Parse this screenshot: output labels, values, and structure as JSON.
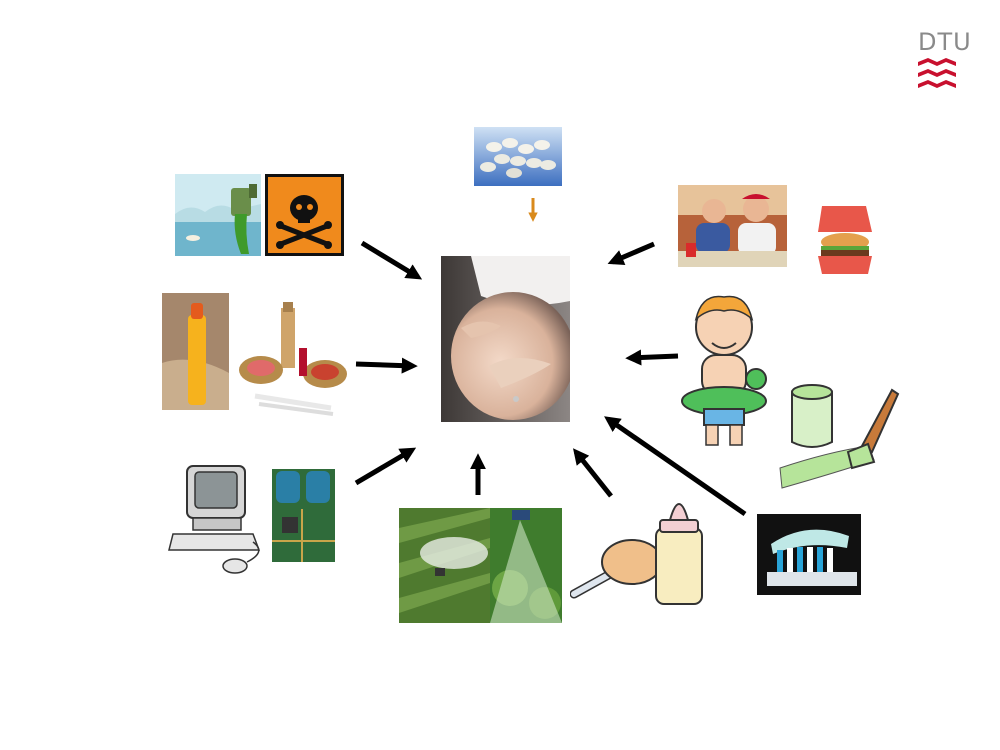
{
  "logo": {
    "text": "DTU",
    "accent": "#c8102e"
  },
  "center": {
    "subject": "pregnant-belly"
  },
  "sources": [
    {
      "id": "pollution",
      "icons": [
        "polluted-water-icon",
        "toxic-hazard-icon"
      ]
    },
    {
      "id": "cosmetics",
      "icons": [
        "sunscreen-icon",
        "makeup-icon"
      ]
    },
    {
      "id": "electronics",
      "icons": [
        "computer-icon",
        "circuit-board-icon"
      ]
    },
    {
      "id": "pesticides",
      "icons": [
        "crop-spraying-icon",
        "sprinkler-icon"
      ]
    },
    {
      "id": "baby-products",
      "icons": [
        "baby-bottle-icon"
      ]
    },
    {
      "id": "toothpaste",
      "icons": [
        "toothbrush-icon"
      ]
    },
    {
      "id": "toys-paint",
      "icons": [
        "inflatable-toy-icon",
        "paint-can-icon"
      ]
    },
    {
      "id": "fast-food",
      "icons": [
        "children-eating-icon",
        "burger-box-icon"
      ]
    },
    {
      "id": "medicine",
      "icons": [
        "pills-icon"
      ]
    }
  ],
  "colors": {
    "arrow": "#000000",
    "medicine_arrow": "#d98a1c",
    "hazard_orange": "#f08a1c"
  }
}
